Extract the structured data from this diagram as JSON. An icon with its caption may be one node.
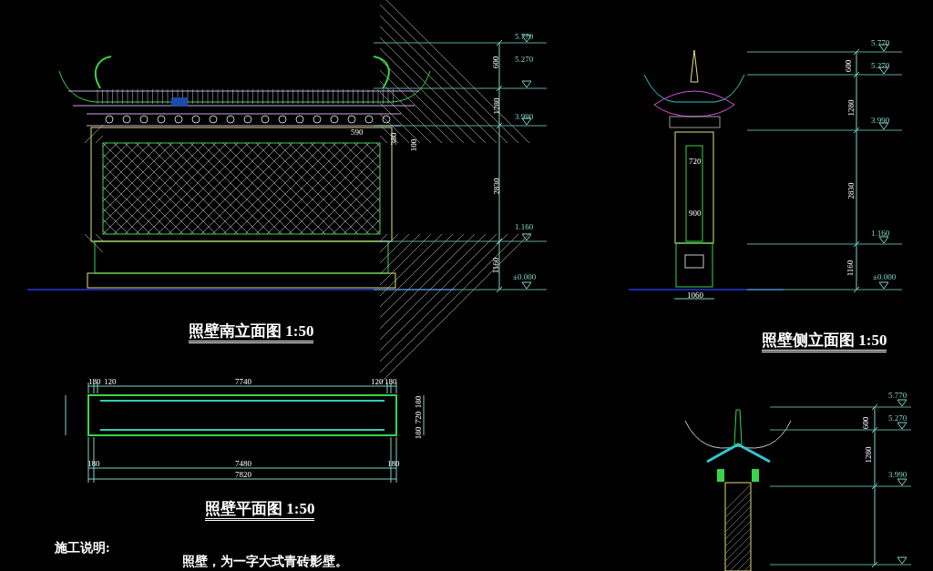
{
  "diagram": {
    "labels": [
      "5.770",
      "5.270",
      "3.990",
      "1.160",
      "±0.000",
      "600",
      "1280",
      "2830",
      "1160",
      "590",
      "380",
      "100",
      "照壁南立面图 1:50",
      "5.770",
      "5.270",
      "3.990",
      "1.160",
      "±0.000",
      "600",
      "1280",
      "2830",
      "1160",
      "720",
      "900",
      "1060",
      "照壁侧立面图 1:50",
      "180",
      "120",
      "7740",
      "120",
      "180",
      "180",
      "7480",
      "180",
      "7820",
      "180",
      "720",
      "180",
      "照壁平面图 1:50",
      "5.770",
      "5.270",
      "3.990",
      "600",
      "1280",
      "施工说明:",
      "照壁，为一字大式青砖影壁。"
    ]
  }
}
